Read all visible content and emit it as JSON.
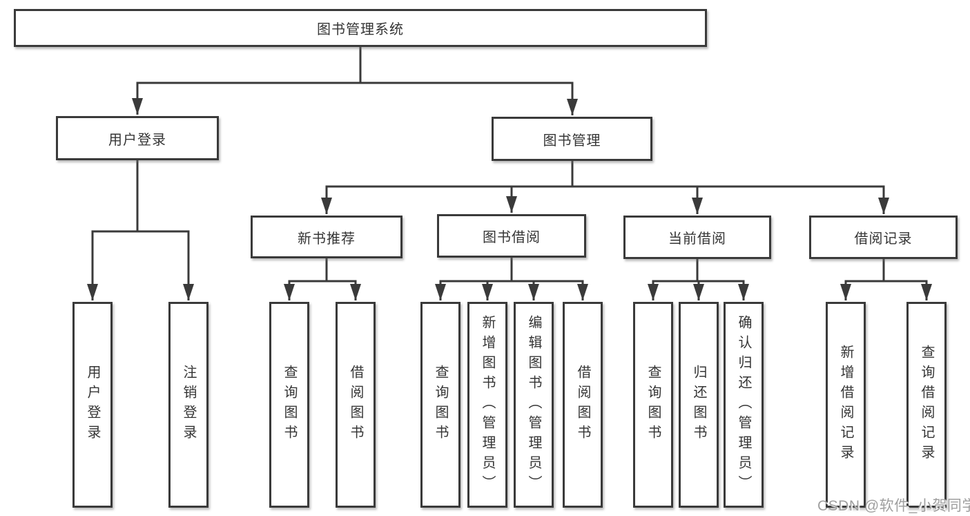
{
  "tree": {
    "label": "图书管理系统",
    "children": [
      {
        "label": "用户登录",
        "children": [
          {
            "label": "用户登录"
          },
          {
            "label": "注销登录"
          }
        ]
      },
      {
        "label": "图书管理",
        "children": [
          {
            "label": "新书推荐",
            "children": [
              {
                "label": "查询图书"
              },
              {
                "label": "借阅图书"
              }
            ]
          },
          {
            "label": "图书借阅",
            "children": [
              {
                "label": "查询图书"
              },
              {
                "label": "新增图书（管理员）"
              },
              {
                "label": "编辑图书（管理员）"
              },
              {
                "label": "借阅图书"
              }
            ]
          },
          {
            "label": "当前借阅",
            "children": [
              {
                "label": "查询图书"
              },
              {
                "label": "归还图书"
              },
              {
                "label": "确认归还（管理员）"
              }
            ]
          },
          {
            "label": "借阅记录",
            "children": [
              {
                "label": "新增借阅记录"
              },
              {
                "label": "查询借阅记录"
              }
            ]
          }
        ]
      }
    ]
  },
  "watermark": {
    "text": "CSDN @软件_小贺同学",
    "color": "#9f9f9f"
  },
  "style": {
    "line_color": "#3a3a3a",
    "box_background": "#ffffff",
    "text_color": "#353535"
  }
}
